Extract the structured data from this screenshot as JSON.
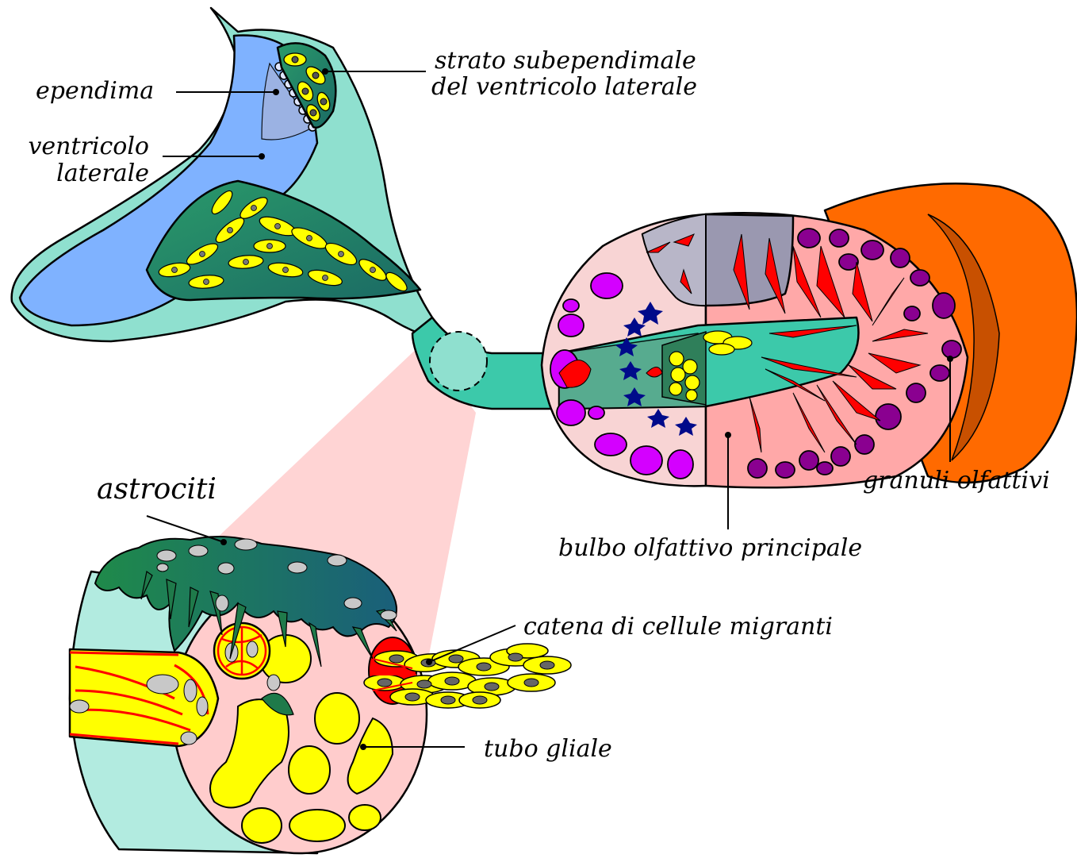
{
  "labels": {
    "ependima": "ependima",
    "strato_line1": "strato subependimale",
    "strato_line2": "del ventricolo laterale",
    "ventricolo_line1": "ventricolo",
    "ventricolo_line2": "laterale",
    "astrociti": "astrociti",
    "granuli": "granuli olfattivi",
    "bulbo": "bulbo olfattivo principale",
    "catena": "catena di cellule migranti",
    "tubo": "tubo gliale"
  },
  "colors": {
    "teal_tissue": "#8fe0cf",
    "teal_stream": "#3cc9aa",
    "ventricle_blue": "#7fb2ff",
    "dark_green": "#2a7a5f",
    "cell_yellow": "#ffff00",
    "vessel_red": "#ff0000",
    "bulb_pink": "#f8d4d4",
    "bulb_salmon": "#ffa8a8",
    "granule_purple": "#8a0090",
    "granule_magenta": "#d400ff",
    "star_navy": "#000a8a",
    "cortex_orange": "#ff6a00",
    "zoom_pink": "#ffcccc"
  }
}
